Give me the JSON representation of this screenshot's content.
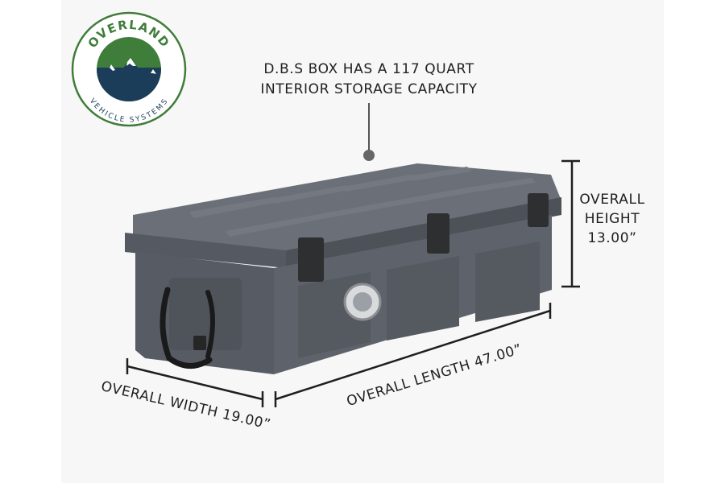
{
  "logo": {
    "top_text": "OVERLAND",
    "bottom_text": "VEHICLE SYSTEMS",
    "colors": {
      "green": "#3f7d3a",
      "navy": "#1b3d5a",
      "ring": "#ffffff"
    }
  },
  "callout": {
    "line1": "D.B.S BOX HAS A 117 QUART",
    "line2": "INTERIOR STORAGE CAPACITY"
  },
  "dimensions": {
    "height_line1": "OVERALL",
    "height_line2": "HEIGHT",
    "height_value": "13.00”",
    "width": "OVERALL WIDTH 19.00”",
    "length": "OVERALL LENGTH 47.00”"
  },
  "product": {
    "body_color": "#5b6068",
    "lid_color": "#6a6f77",
    "latch_color": "#2d2f31"
  }
}
